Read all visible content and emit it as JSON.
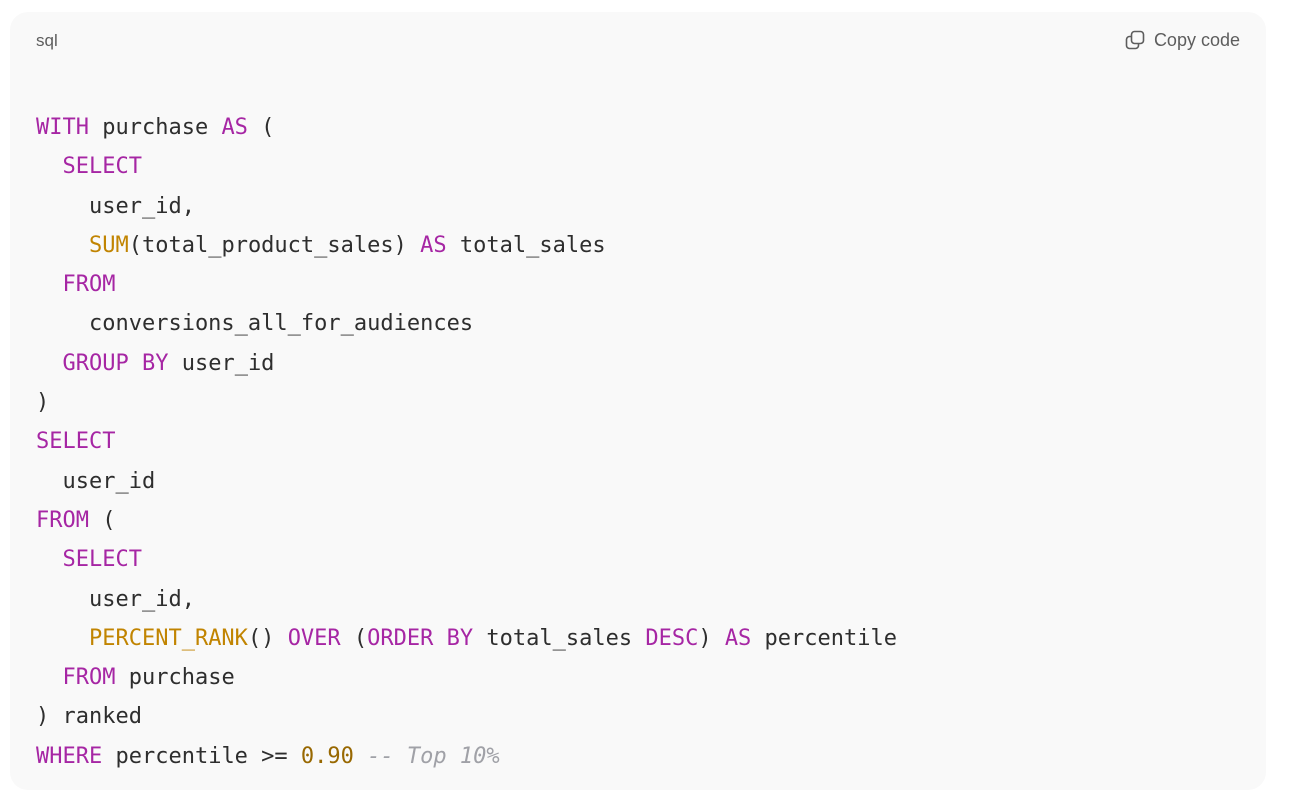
{
  "header": {
    "language": "sql",
    "copy_label": "Copy code",
    "copy_icon": "copy-icon"
  },
  "colors": {
    "keyword": "#a626a4",
    "function": "#c18401",
    "number": "#986801",
    "comment": "#a0a1a7",
    "text": "#2e2e2e",
    "background": "#f9f9f9"
  },
  "code": {
    "lines": [
      [
        {
          "t": "kw",
          "v": "WITH"
        },
        {
          "t": "id",
          "v": " purchase "
        },
        {
          "t": "kw",
          "v": "AS"
        },
        {
          "t": "id",
          "v": " ("
        }
      ],
      [
        {
          "t": "id",
          "v": "  "
        },
        {
          "t": "kw",
          "v": "SELECT"
        }
      ],
      [
        {
          "t": "id",
          "v": "    user_id,"
        }
      ],
      [
        {
          "t": "id",
          "v": "    "
        },
        {
          "t": "fn",
          "v": "SUM"
        },
        {
          "t": "id",
          "v": "(total_product_sales) "
        },
        {
          "t": "kw",
          "v": "AS"
        },
        {
          "t": "id",
          "v": " total_sales"
        }
      ],
      [
        {
          "t": "id",
          "v": "  "
        },
        {
          "t": "kw",
          "v": "FROM"
        }
      ],
      [
        {
          "t": "id",
          "v": "    conversions_all_for_audiences"
        }
      ],
      [
        {
          "t": "id",
          "v": "  "
        },
        {
          "t": "kw",
          "v": "GROUP BY"
        },
        {
          "t": "id",
          "v": " user_id"
        }
      ],
      [
        {
          "t": "id",
          "v": ")"
        }
      ],
      [
        {
          "t": "kw",
          "v": "SELECT"
        }
      ],
      [
        {
          "t": "id",
          "v": "  user_id"
        }
      ],
      [
        {
          "t": "kw",
          "v": "FROM"
        },
        {
          "t": "id",
          "v": " ("
        }
      ],
      [
        {
          "t": "id",
          "v": "  "
        },
        {
          "t": "kw",
          "v": "SELECT"
        }
      ],
      [
        {
          "t": "id",
          "v": "    user_id,"
        }
      ],
      [
        {
          "t": "id",
          "v": "    "
        },
        {
          "t": "fn",
          "v": "PERCENT_RANK"
        },
        {
          "t": "id",
          "v": "() "
        },
        {
          "t": "kw",
          "v": "OVER"
        },
        {
          "t": "id",
          "v": " ("
        },
        {
          "t": "kw",
          "v": "ORDER BY"
        },
        {
          "t": "id",
          "v": " total_sales "
        },
        {
          "t": "kw",
          "v": "DESC"
        },
        {
          "t": "id",
          "v": ") "
        },
        {
          "t": "kw",
          "v": "AS"
        },
        {
          "t": "id",
          "v": " percentile"
        }
      ],
      [
        {
          "t": "id",
          "v": "  "
        },
        {
          "t": "kw",
          "v": "FROM"
        },
        {
          "t": "id",
          "v": " purchase"
        }
      ],
      [
        {
          "t": "id",
          "v": ") ranked"
        }
      ],
      [
        {
          "t": "kw",
          "v": "WHERE"
        },
        {
          "t": "id",
          "v": " percentile >= "
        },
        {
          "t": "num",
          "v": "0.90"
        },
        {
          "t": "id",
          "v": " "
        },
        {
          "t": "cm",
          "v": "-- Top 10%"
        }
      ]
    ]
  }
}
